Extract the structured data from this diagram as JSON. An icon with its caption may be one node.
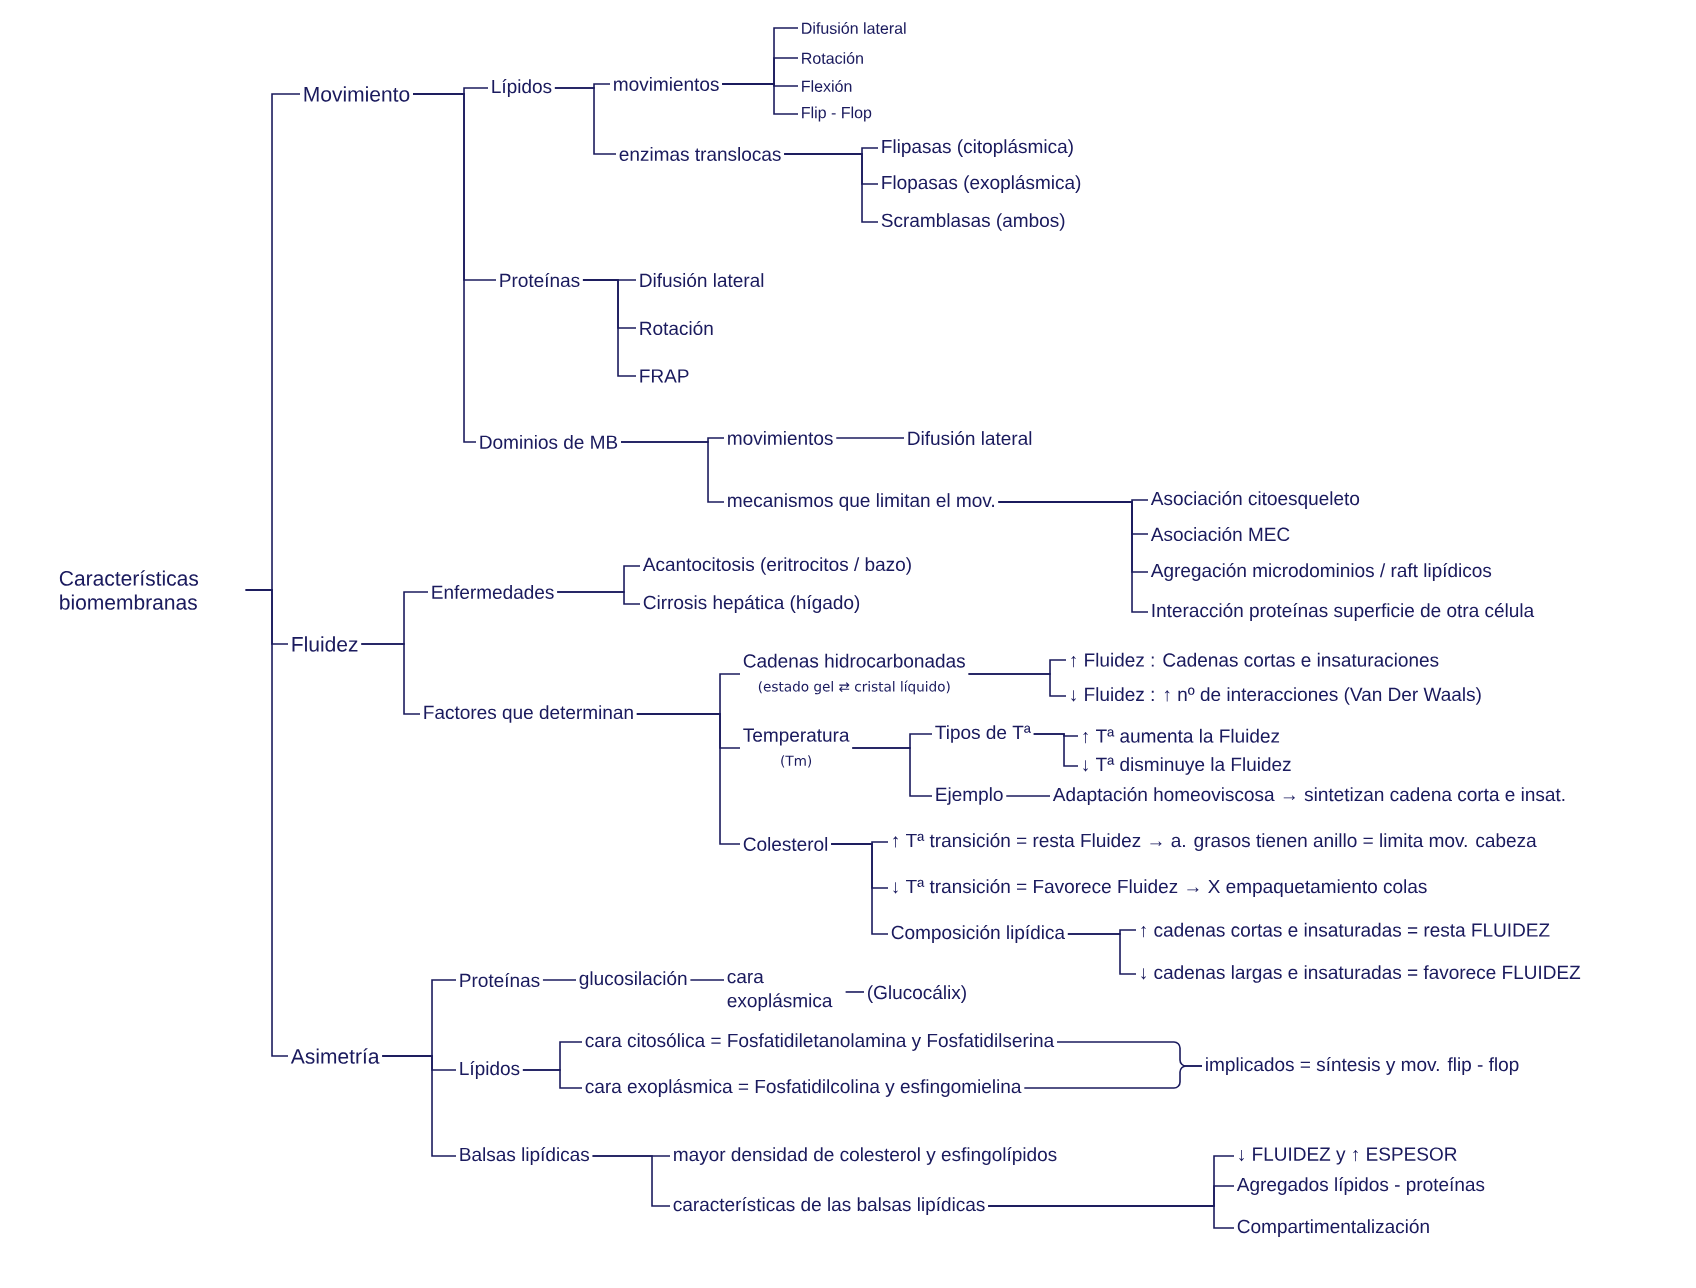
{
  "diagram": {
    "nodes": [
      {
        "text": [
          "Características biomembranas"
        ]
      },
      {
        "text": [
          "Movimiento"
        ]
      },
      {
        "text": [
          "Lípidos"
        ]
      },
      {
        "text": [
          "movimientos"
        ]
      },
      {
        "text": [
          "Difusión lateral"
        ]
      },
      {
        "text": [
          "Rotación"
        ]
      },
      {
        "text": [
          "Flexión"
        ]
      },
      {
        "text": [
          "Flip - Flop"
        ]
      },
      {
        "text": [
          "enzimas translocas"
        ]
      },
      {
        "text": [
          "Flipasas (citoplásmica)"
        ]
      },
      {
        "text": [
          "Flopasas (exoplásmica)"
        ]
      },
      {
        "text": [
          "Scramblasas (ambos)"
        ]
      },
      {
        "text": [
          "Proteínas"
        ]
      },
      {
        "text": [
          "Difusión lateral"
        ]
      },
      {
        "text": [
          "Rotación"
        ]
      },
      {
        "text": [
          "FRAP"
        ]
      },
      {
        "text": [
          "Dominios de MB"
        ]
      },
      {
        "text": [
          "movimientos"
        ]
      },
      {
        "text": [
          "Difusión lateral"
        ]
      },
      {
        "text": [
          "mecanismos que limitan el mov."
        ]
      },
      {
        "text": [
          "Asociación citoesqueleto"
        ]
      },
      {
        "text": [
          "Asociación MEC"
        ]
      },
      {
        "text": [
          "Agregación microdominios / raft lipídicos"
        ]
      },
      {
        "text": [
          "Interacción proteínas superficie de otra célula"
        ]
      },
      {
        "text": [
          "Fluidez"
        ]
      },
      {
        "text": [
          "Enfermedades"
        ]
      },
      {
        "text": [
          "Acantocitosis (eritrocitos / bazo)"
        ]
      },
      {
        "text": [
          "Cirrosis hepática (hígado)"
        ]
      },
      {
        "text": [
          "Factores que determinan"
        ]
      },
      {
        "text": [
          "Cadenas hidrocarbonadas",
          "(estado gel ⇄ cristal líquido)"
        ]
      },
      {
        "text": [
          "↑ Fluidez : Cadenas cortas e insaturaciones"
        ]
      },
      {
        "text": [
          "↓ Fluidez : ↑ nº de interacciones (Van Der Waals)"
        ]
      },
      {
        "text": [
          "Temperatura",
          "(Tm)"
        ]
      },
      {
        "text": [
          "Tipos de Tª"
        ]
      },
      {
        "text": [
          "↑ Tª aumenta la Fluidez"
        ]
      },
      {
        "text": [
          "↓ Tª disminuye la Fluidez"
        ]
      },
      {
        "text": [
          "Ejemplo"
        ]
      },
      {
        "text": [
          "Adaptación homeoviscosa → sintetizan cadena corta e insat."
        ]
      },
      {
        "text": [
          "Colesterol"
        ]
      },
      {
        "text": [
          "↑ Tª transición = resta Fluidez → a. grasos tienen anillo = limita mov. cabeza"
        ]
      },
      {
        "text": [
          "↓ Tª transición = Favorece Fluidez → X empaquetamiento colas"
        ]
      },
      {
        "text": [
          "Composición lipídica"
        ]
      },
      {
        "text": [
          "↑ cadenas cortas e insaturadas = resta FLUIDEZ"
        ]
      },
      {
        "text": [
          "↓ cadenas largas e insaturadas = favorece FLUIDEZ"
        ]
      },
      {
        "text": [
          "Asimetría"
        ]
      },
      {
        "text": [
          "Proteínas"
        ]
      },
      {
        "text": [
          "glucosilación"
        ]
      },
      {
        "text": [
          "cara exoplásmica"
        ]
      },
      {
        "text": [
          "(Glucocálix)"
        ]
      },
      {
        "text": [
          "Lípidos"
        ]
      },
      {
        "text": [
          "cara citosólica = Fosfatidiletanolamina y Fosfatidilserina"
        ]
      },
      {
        "text": [
          "cara exoplásmica = Fosfatidilcolina y esfingomielina"
        ]
      },
      {
        "text": [
          "implicados = síntesis y mov. flip - flop"
        ]
      },
      {
        "text": [
          "Balsas lipídicas"
        ]
      },
      {
        "text": [
          "mayor densidad de colesterol y esfingolípidos"
        ]
      },
      {
        "text": [
          "características de las balsas lipídicas"
        ]
      },
      {
        "text": [
          "↓ FLUIDEZ y ↑ ESPESOR"
        ]
      },
      {
        "text": [
          "Agregados lípidos - proteínas"
        ]
      },
      {
        "text": [
          "Compartimentalización"
        ]
      }
    ],
    "edges": [
      {
        "from": 0,
        "to": 1,
        "arrow": "none"
      },
      {
        "from": 0,
        "to": 24,
        "arrow": "none"
      },
      {
        "from": 0,
        "to": 44,
        "arrow": "none"
      },
      {
        "from": 1,
        "to": 2,
        "arrow": "none"
      },
      {
        "from": 1,
        "to": 12,
        "arrow": "none"
      },
      {
        "from": 1,
        "to": 16,
        "arrow": "none"
      },
      {
        "from": 2,
        "to": 3,
        "arrow": "none"
      },
      {
        "from": 2,
        "to": 8,
        "arrow": "none"
      },
      {
        "from": 3,
        "to": 4,
        "arrow": "none"
      },
      {
        "from": 3,
        "to": 5,
        "arrow": "none"
      },
      {
        "from": 3,
        "to": 6,
        "arrow": "none"
      },
      {
        "from": 3,
        "to": 7,
        "arrow": "none"
      },
      {
        "from": 8,
        "to": 9,
        "arrow": "none"
      },
      {
        "from": 8,
        "to": 10,
        "arrow": "none"
      },
      {
        "from": 8,
        "to": 11,
        "arrow": "none"
      },
      {
        "from": 12,
        "to": 13,
        "arrow": "none"
      },
      {
        "from": 12,
        "to": 14,
        "arrow": "none"
      },
      {
        "from": 12,
        "to": 15,
        "arrow": "none"
      },
      {
        "from": 16,
        "to": 17,
        "arrow": "none"
      },
      {
        "from": 16,
        "to": 19,
        "arrow": "none"
      },
      {
        "from": 17,
        "to": 18,
        "arrow": "none"
      },
      {
        "from": 19,
        "to": 20,
        "arrow": "none"
      },
      {
        "from": 19,
        "to": 21,
        "arrow": "none"
      },
      {
        "from": 19,
        "to": 22,
        "arrow": "none"
      },
      {
        "from": 19,
        "to": 23,
        "arrow": "none"
      },
      {
        "from": 24,
        "to": 25,
        "arrow": "none"
      },
      {
        "from": 24,
        "to": 28,
        "arrow": "none"
      },
      {
        "from": 25,
        "to": 26,
        "arrow": "none"
      },
      {
        "from": 25,
        "to": 27,
        "arrow": "none"
      },
      {
        "from": 28,
        "to": 29,
        "arrow": "none"
      },
      {
        "from": 28,
        "to": 32,
        "arrow": "none"
      },
      {
        "from": 28,
        "to": 38,
        "arrow": "none"
      },
      {
        "from": 29,
        "to": 30,
        "arrow": "none"
      },
      {
        "from": 29,
        "to": 31,
        "arrow": "none"
      },
      {
        "from": 32,
        "to": 33,
        "arrow": "none"
      },
      {
        "from": 32,
        "to": 36,
        "arrow": "none"
      },
      {
        "from": 33,
        "to": 34,
        "arrow": "none"
      },
      {
        "from": 33,
        "to": 35,
        "arrow": "none"
      },
      {
        "from": 36,
        "to": 37,
        "arrow": "none"
      },
      {
        "from": 38,
        "to": 39,
        "arrow": "none"
      },
      {
        "from": 38,
        "to": 40,
        "arrow": "none"
      },
      {
        "from": 38,
        "to": 41,
        "arrow": "none"
      },
      {
        "from": 41,
        "to": 42,
        "arrow": "none"
      },
      {
        "from": 41,
        "to": 43,
        "arrow": "none"
      },
      {
        "from": 44,
        "to": 45,
        "arrow": "none"
      },
      {
        "from": 44,
        "to": 49,
        "arrow": "none"
      },
      {
        "from": 44,
        "to": 53,
        "arrow": "none"
      },
      {
        "from": 45,
        "to": 46,
        "arrow": "none"
      },
      {
        "from": 46,
        "to": 47,
        "arrow": "none"
      },
      {
        "from": 47,
        "to": 48,
        "arrow": "none"
      },
      {
        "from": 49,
        "to": 50,
        "arrow": "none"
      },
      {
        "from": 49,
        "to": 51,
        "arrow": "none"
      },
      {
        "from": 50,
        "to": 52,
        "arrow": "none"
      },
      {
        "from": 51,
        "to": 52,
        "arrow": "none"
      },
      {
        "from": 53,
        "to": 54,
        "arrow": "none"
      },
      {
        "from": 53,
        "to": 55,
        "arrow": "none"
      },
      {
        "from": 55,
        "to": 56,
        "arrow": "none"
      },
      {
        "from": 55,
        "to": 57,
        "arrow": "none"
      },
      {
        "from": 55,
        "to": 58,
        "arrow": "none"
      }
    ]
  }
}
